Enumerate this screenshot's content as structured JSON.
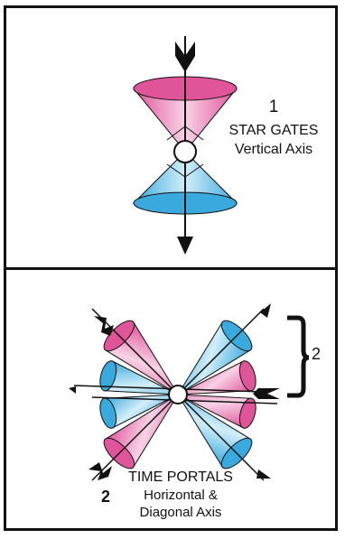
{
  "star_gates": {
    "number": "1",
    "title": "STAR GATES",
    "axis": "Vertical Axis"
  },
  "time_portals": {
    "number": "2",
    "title": "TIME PORTALS",
    "axis_line1": "Horizontal &",
    "axis_line2": "Diagonal Axis",
    "brace_number": "2"
  },
  "colors": {
    "pink": "#e0559a",
    "pink_light": "#f6c2de",
    "blue": "#3aa9dd",
    "blue_light": "#c2e6f6",
    "outline": "#111111"
  }
}
